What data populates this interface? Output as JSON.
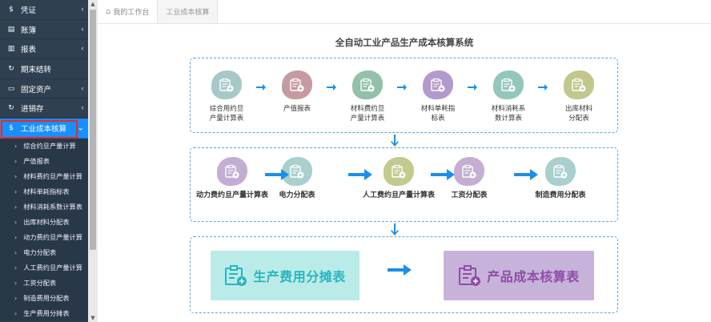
{
  "sidebar": {
    "items": [
      {
        "icon": "dollar-icon",
        "glyph": "$",
        "label": "凭证"
      },
      {
        "icon": "ledger-icon",
        "glyph": "▤",
        "label": "账簿"
      },
      {
        "icon": "report-icon",
        "glyph": "▥",
        "label": "报表"
      },
      {
        "icon": "refresh-icon",
        "glyph": "↻",
        "label": "期末结转"
      },
      {
        "icon": "monitor-icon",
        "glyph": "▭",
        "label": "固定资产"
      },
      {
        "icon": "refresh-icon",
        "glyph": "↻",
        "label": "进销存"
      },
      {
        "icon": "dollar-icon",
        "glyph": "$",
        "label": "工业成本核算"
      }
    ],
    "sub_items": [
      "综合约旦产量计算",
      "产值报表",
      "材料费约旦产量计算",
      "材料单耗指标表",
      "材料消耗系数计算表",
      "出库材料分配表",
      "动力费约旦产量计算",
      "电力分配表",
      "人工费约旦产量计算",
      "工资分配表",
      "制造费用分配表",
      "生产费用分摊表"
    ]
  },
  "tabs": [
    {
      "label": "我的工作台",
      "icon": "home-icon"
    },
    {
      "label": "工业成本核算"
    }
  ],
  "main": {
    "title": "全自动工业产品生产成本核算系统",
    "row1": [
      {
        "line1": "综合用约旦",
        "line2": "产量计算表",
        "color": "#a6c9c8"
      },
      {
        "line1": "产值报表",
        "line2": "",
        "color": "#c59aa0"
      },
      {
        "line1": "材料费约旦",
        "line2": "产量计算表",
        "color": "#93c0aa"
      },
      {
        "line1": "材料单耗指",
        "line2": "标表",
        "color": "#b39acd"
      },
      {
        "line1": "材料消耗系",
        "line2": "数计算表",
        "color": "#93c7bb"
      },
      {
        "line1": "出库材料",
        "line2": "分配表",
        "color": "#c2c78e"
      }
    ],
    "row2": [
      {
        "label": "动力费约旦产量计算表",
        "color": "#c3aed3"
      },
      {
        "label": "电力分配表",
        "color": "#a9d0cd"
      },
      {
        "label": "人工费约旦产量计算表",
        "color": "#c3c98f"
      },
      {
        "label": "工资分配表",
        "color": "#c6aed2"
      },
      {
        "label": "制造费用分配表",
        "color": "#a9cfcf"
      }
    ],
    "box_expense": "生产费用分摊表",
    "box_cost": "产品成本核算表"
  },
  "colors": {
    "sidebar_bg": "#2f4050",
    "active_bg": "#1890ff",
    "arrow": "#1b8fe8"
  }
}
